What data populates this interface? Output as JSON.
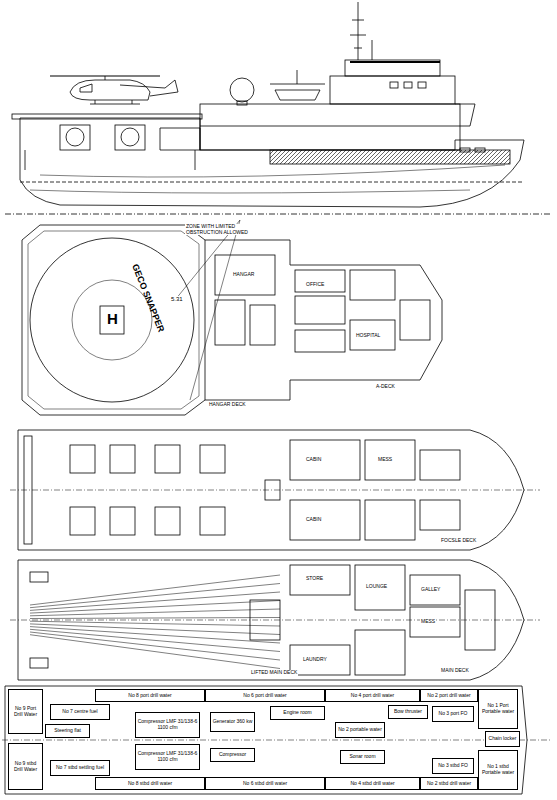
{
  "diagram": {
    "nodes": [
      {
        "text": [
          "No 8 port drill water"
        ]
      },
      {
        "text": [
          "No 6 port drill water"
        ]
      },
      {
        "text": [
          "No 4 port drill water"
        ]
      },
      {
        "text": [
          "No 2 port drill water"
        ]
      },
      {
        "text": [
          "No 1 Port Portable water"
        ]
      },
      {
        "text": [
          "No 9 Port Drill Water"
        ]
      },
      {
        "text": [
          "No 7 centre fuel"
        ]
      },
      {
        "text": [
          "Steering flat"
        ]
      },
      {
        "text": [
          "Compressor LMF 31/138-6 1100 cfm"
        ]
      },
      {
        "text": [
          "Generator 360 kw"
        ]
      },
      {
        "text": [
          "Engine room"
        ]
      },
      {
        "text": [
          "No 2 portable water"
        ]
      },
      {
        "text": [
          "Bow thruster"
        ]
      },
      {
        "text": [
          "No 3 port FO"
        ]
      },
      {
        "text": [
          "Chain locker"
        ]
      },
      {
        "text": [
          "Compressor LMF 31/138-6 1100 cfm"
        ]
      },
      {
        "text": [
          "Compressor"
        ]
      },
      {
        "text": [
          "Sonar room"
        ]
      },
      {
        "text": [
          "No 3 stbd FO"
        ]
      },
      {
        "text": [
          "No 9 stbd Drill Water"
        ]
      },
      {
        "text": [
          "No 7 stbd settling fuel"
        ]
      },
      {
        "text": [
          "No 8 stbd drill water"
        ]
      },
      {
        "text": [
          "No 6 stbd drill water"
        ]
      },
      {
        "text": [
          "No 4 stbd drill water"
        ]
      },
      {
        "text": [
          "No 2 stbd drill water"
        ]
      },
      {
        "text": [
          "No 1 stbd Portable water"
        ]
      }
    ],
    "labels": [
      "ZONE WITH LIMITED OBSTRUCTION ALLOWED",
      "GECO SNAPPER",
      "5.31",
      "H",
      "HANGAR DECK",
      "A-DECK",
      "FOCSLE DECK",
      "LIFTED MAIN DECK",
      "MAIN DECK",
      "HANGAR",
      "OFFICE",
      "HOSPITAL",
      "CABIN",
      "CABIN",
      "MESS",
      "GALLEY",
      "MESS",
      "LOUNGE",
      "STORE",
      "LAUNDRY"
    ]
  }
}
